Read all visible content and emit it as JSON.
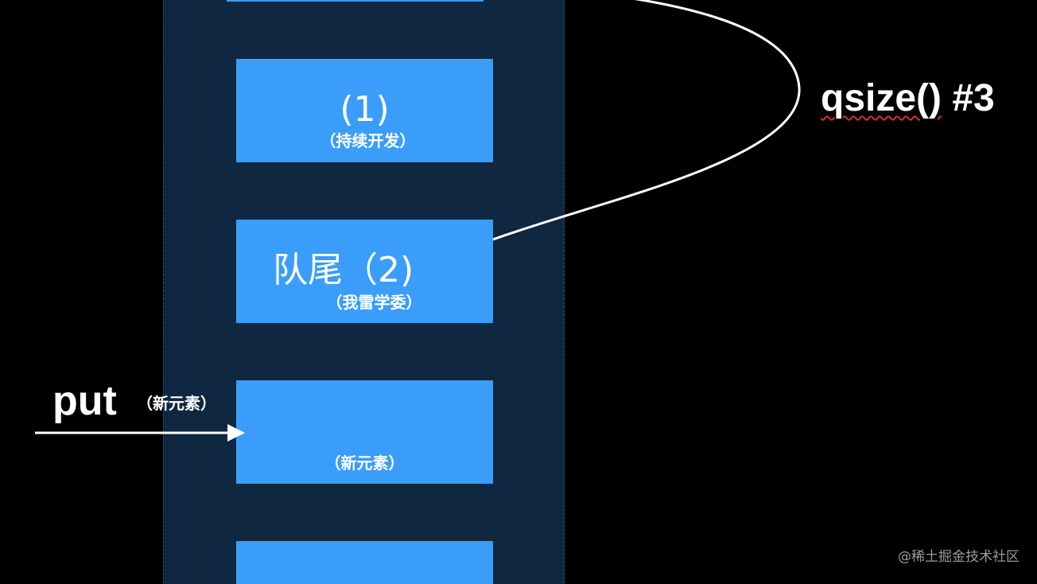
{
  "queue": {
    "slot1": {
      "title": "(1)",
      "sub": "（持续开发）"
    },
    "slot2": {
      "title": "队尾（2)",
      "sub": "（我雷学委）"
    },
    "slot_new": {
      "sub": "（新元素）"
    }
  },
  "put": {
    "label": "put",
    "sub": "（新元素）"
  },
  "qsize": {
    "fn": "qsize()",
    "count": " #3"
  },
  "watermark": "@稀土掘金技术社区",
  "colors": {
    "background": "#000000",
    "panel": "#0f2740",
    "slot": "#3a9dfa",
    "text": "#ffffff"
  }
}
